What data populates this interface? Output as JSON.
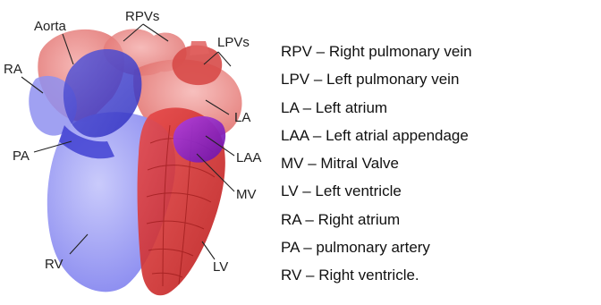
{
  "diagram": {
    "labels": {
      "aorta": "Aorta",
      "rpvs": "RPVs",
      "lpvs": "LPVs",
      "ra": "RA",
      "la": "LA",
      "pa": "PA",
      "laa": "LAA",
      "mv": "MV",
      "rv": "RV",
      "lv": "LV"
    },
    "colors": {
      "left_heart": "#e25a5a",
      "right_heart": "#6f6fe8",
      "laa": "#8a18c8",
      "myocardium": "#d42020"
    }
  },
  "legend": [
    "RPV – Right pulmonary vein",
    "LPV – Left pulmonary vein",
    "LA – Left atrium",
    "LAA – Left atrial appendage",
    "MV – Mitral Valve",
    "LV – Left ventricle",
    "RA – Right atrium",
    "PA – pulmonary artery",
    "RV – Right ventricle."
  ]
}
